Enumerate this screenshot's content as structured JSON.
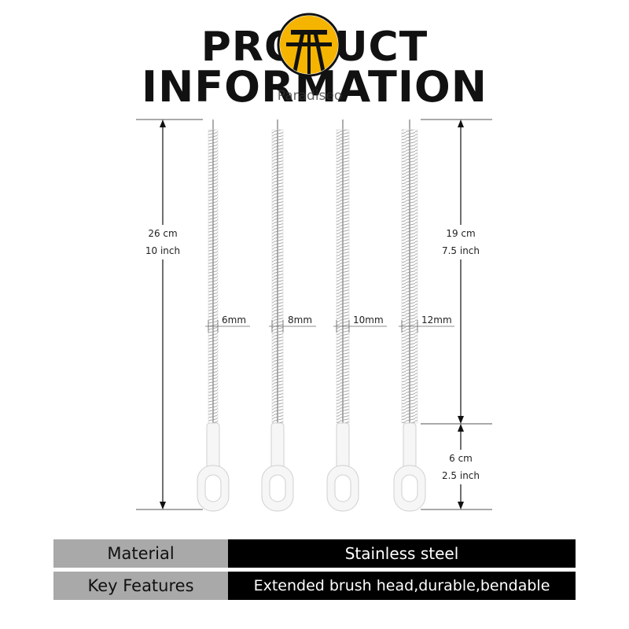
{
  "header": {
    "title_line1": "PRODUCT",
    "title_line2": "INFORMATION",
    "brand": "Paradiseo",
    "logo_icon": "picnic-table-logo",
    "logo_color": "#f5b400"
  },
  "dimensions": {
    "total_length_cm": "26 cm",
    "total_length_inch": "10 inch",
    "brush_length_cm": "19 cm",
    "brush_length_inch": "7.5 inch",
    "handle_length_cm": "6 cm",
    "handle_length_inch": "2.5 inch"
  },
  "brushes": [
    {
      "diameter": "6mm"
    },
    {
      "diameter": "8mm"
    },
    {
      "diameter": "10mm"
    },
    {
      "diameter": "12mm"
    }
  ],
  "specs": [
    {
      "label": "Material",
      "value": "Stainless steel"
    },
    {
      "label": "Key Features",
      "value": "Extended brush head,durable,bendable"
    }
  ]
}
